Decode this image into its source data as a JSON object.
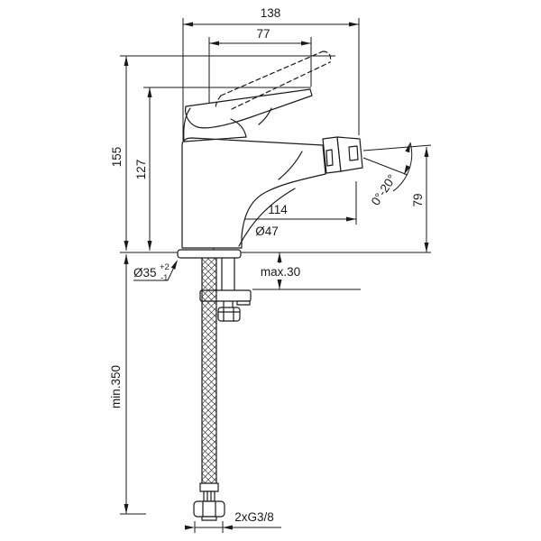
{
  "drawing": {
    "background": "#ffffff",
    "line_color": "#1a1a1a",
    "dimensions": {
      "total_width": "138",
      "lever_length": "77",
      "total_height": "155",
      "spout_height": "127",
      "spout_reach": "114",
      "base_diameter": "Ø47",
      "hole_diameter": "Ø35",
      "hole_tol_plus": "+2",
      "hole_tol_minus": "-1",
      "max_deck_thickness": "max.30",
      "outlet_height": "79",
      "spray_angle_range": "0°-20°",
      "min_hose_length": "min.350",
      "connection_thread": "2xG3/8"
    }
  }
}
